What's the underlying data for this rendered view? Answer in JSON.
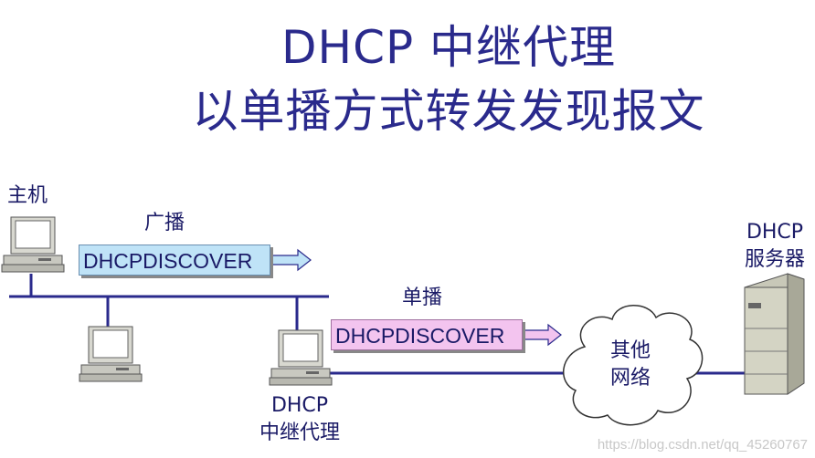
{
  "title": {
    "line1": "DHCP 中继代理",
    "line2": "以单播方式转发发现报文"
  },
  "host_label": "主机",
  "broadcast_label": "广播",
  "broadcast_message": "DHCPDISCOVER",
  "unicast_label": "单播",
  "unicast_message": "DHCPDISCOVER",
  "relay_label_line1": "DHCP",
  "relay_label_line2": "中继代理",
  "server_label_line1": "DHCP",
  "server_label_line2": "服务器",
  "cloud_label_line1": "其他",
  "cloud_label_line2": "网络",
  "watermark": "https://blog.csdn.net/qq_45260767",
  "colors": {
    "title": "#2a2a8c",
    "line": "#2a2a8c",
    "broadcast_box": "#bfe3f7",
    "unicast_box": "#f3c4ef"
  }
}
